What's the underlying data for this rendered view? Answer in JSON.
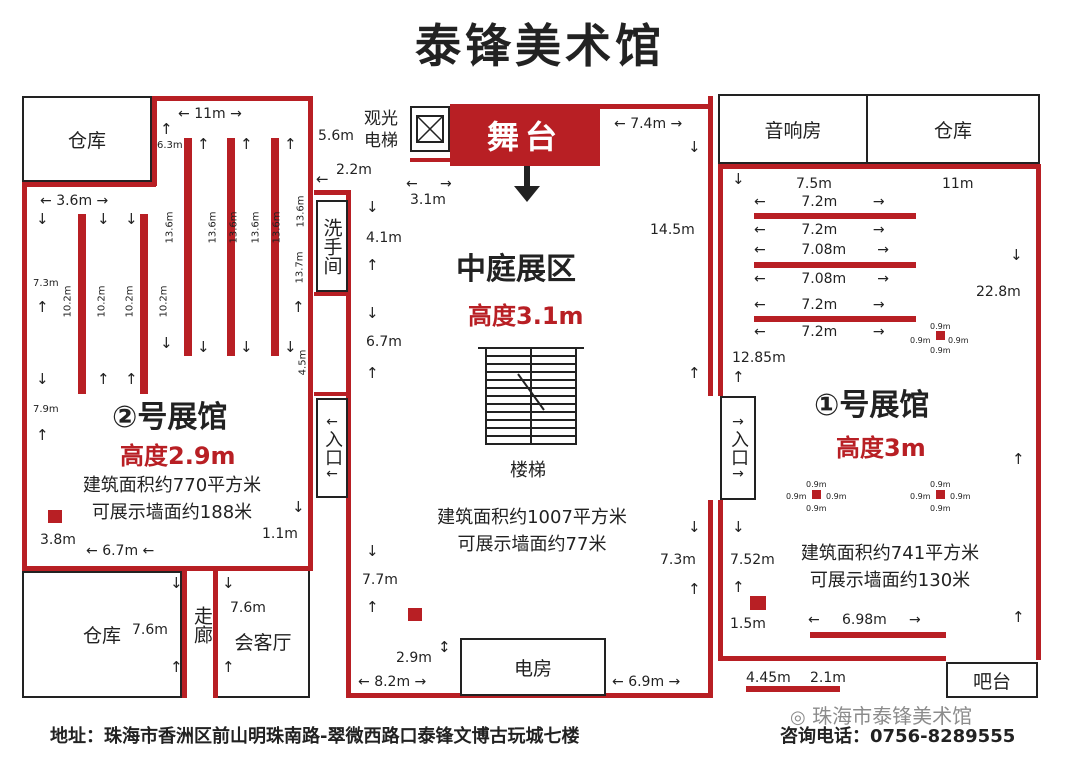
{
  "title": "泰锋美术馆",
  "rooms": {
    "storage": "仓库",
    "sound_room": "音响房",
    "stage": "舞台",
    "elevator": "观光电梯",
    "washroom": "洗手间",
    "entrance": "入口",
    "corridor": "走廊",
    "reception": "会客厅",
    "power_room": "电房",
    "bar": "吧台",
    "stairs": "楼梯"
  },
  "halls": {
    "hall2": {
      "name": "②号展馆",
      "height": "高度2.9m",
      "area": "建筑面积约770平方米",
      "wall": "可展示墙面约188米"
    },
    "center": {
      "name": "中庭展区",
      "height": "高度3.1m",
      "area": "建筑面积约1007平方米",
      "wall": "可展示墙面约77米"
    },
    "hall1": {
      "name": "①号展馆",
      "height": "高度3m",
      "area": "建筑面积约741平方米",
      "wall": "可展示墙面约130米"
    }
  },
  "dimensions": {
    "d_11m": "11m",
    "d_6_3m": "6.3m",
    "d_3_6m": "3.6m",
    "d_13_6m": "13.6m",
    "d_13_7m": "13.7m",
    "d_10_2m": "10.2m",
    "d_7_3m": "7.3m",
    "d_7_9m": "7.9m",
    "d_4_5m": "4.5m",
    "d_3_8m": "3.8m",
    "d_6_7m": "6.7m",
    "d_1_1m": "1.1m",
    "d_7_6m": "7.6m",
    "d_5_6m": "5.6m",
    "d_2_2m": "2.2m",
    "d_3_1m": "3.1m",
    "d_4_1m": "4.1m",
    "d_7_7m": "7.7m",
    "d_2_9m": "2.9m",
    "d_8_2m": "8.2m",
    "d_7_4m": "7.4m",
    "d_14_5m": "14.5m",
    "d_7_3m_b": "7.3m",
    "d_6_9m": "6.9m",
    "d_7_5m": "7.5m",
    "d_7_2m": "7.2m",
    "d_7_08m": "7.08m",
    "d_22_8m": "22.8m",
    "d_12_85m": "12.85m",
    "d_0_9m": "0.9m",
    "d_7_52m": "7.52m",
    "d_1_5m": "1.5m",
    "d_6_98m": "6.98m",
    "d_4_45m": "4.45m",
    "d_2_1m": "2.1m"
  },
  "footer": {
    "address": "地址：珠海市香洲区前山明珠南路-翠微西路口泰锋文博古玩城七楼",
    "phone": "咨询电话：0756-8289555",
    "watermark": "珠海市泰锋美术馆"
  },
  "colors": {
    "wall_red": "#b81f24",
    "line_black": "#222222"
  }
}
